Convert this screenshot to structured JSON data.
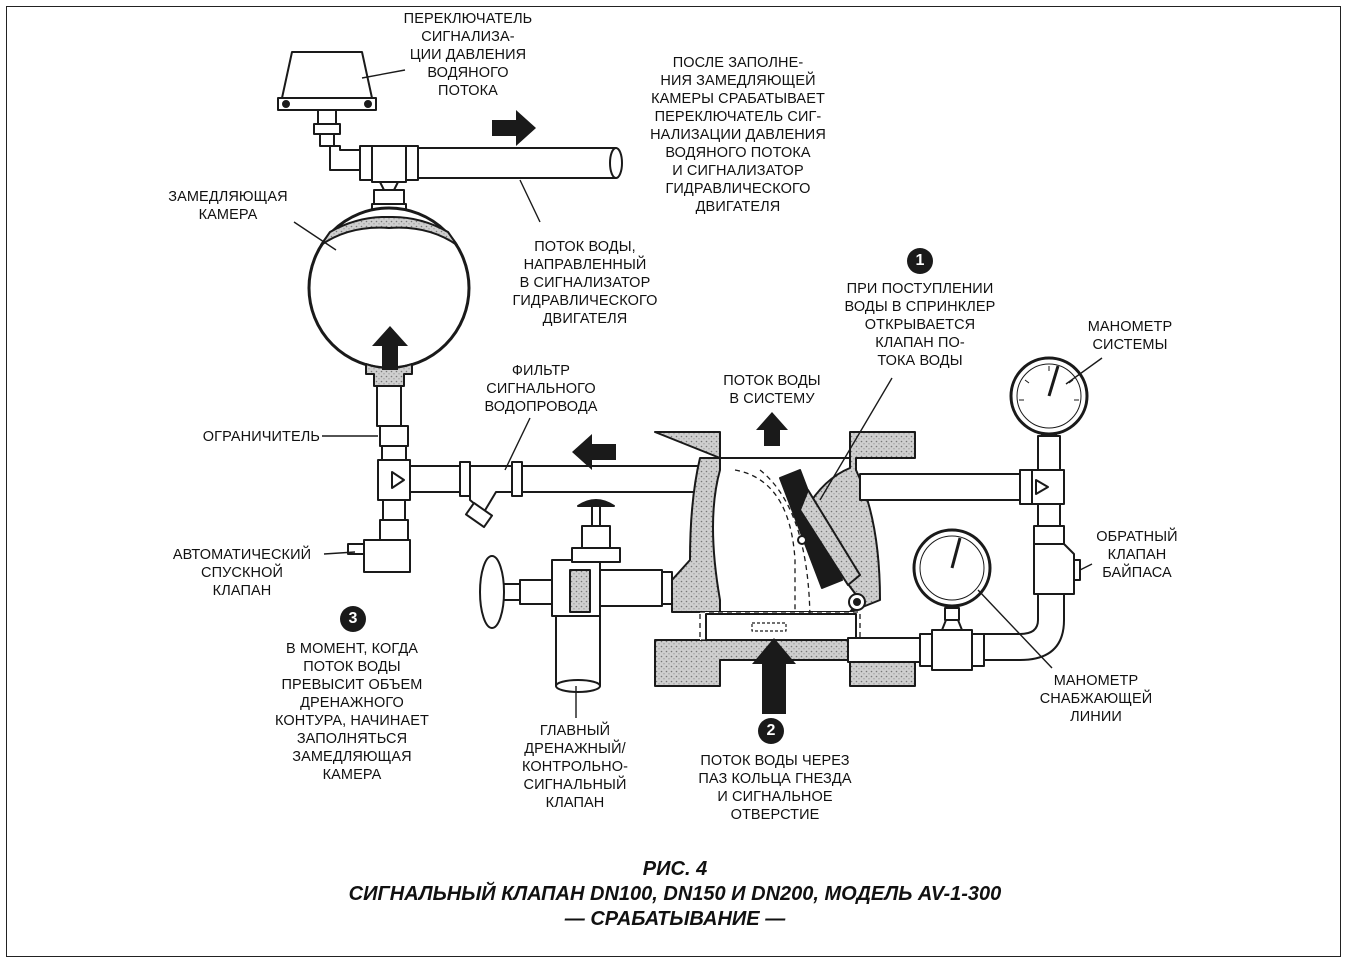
{
  "labels": {
    "pressure_switch": [
      "ПЕРЕКЛЮЧАТЕЛЬ",
      "СИГНАЛИЗА-",
      "ЦИИ ДАВЛЕНИЯ",
      "ВОДЯНОГО",
      "ПОТОКА"
    ],
    "after_fill": [
      "ПОСЛЕ ЗАПОЛНЕ-",
      "НИЯ ЗАМЕДЛЯЮЩЕЙ",
      "КАМЕРЫ СРАБАТЫВАЕТ",
      "ПЕРЕКЛЮЧАТЕЛЬ СИГ-",
      "НАЛИЗАЦИИ ДАВЛЕНИЯ",
      "ВОДЯНОГО ПОТОКА",
      "И СИГНАЛИЗАТОР",
      "ГИДРАВЛИЧЕСКОГО",
      "ДВИГАТЕЛЯ"
    ],
    "retard_chamber": [
      "ЗАМЕДЛЯЮЩАЯ",
      "КАМЕРА"
    ],
    "flow_to_motor": [
      "ПОТОК ВОДЫ,",
      "НАПРАВЛЕННЫЙ",
      "В СИГНАЛИЗАТОР",
      "ГИДРАВЛИЧЕСКОГО",
      "ДВИГАТЕЛЯ"
    ],
    "clapper_opens": [
      "ПРИ ПОСТУПЛЕНИИ",
      "ВОДЫ В СПРИНКЛЕР",
      "ОТКРЫВАЕТСЯ",
      "КЛАПАН ПО-",
      "ТОКА ВОДЫ"
    ],
    "system_gauge": [
      "МАНОМЕТР",
      "СИСТЕМЫ"
    ],
    "flow_to_system": [
      "ПОТОК ВОДЫ",
      "В СИСТЕМУ"
    ],
    "alarm_strainer": [
      "ФИЛЬТР",
      "СИГНАЛЬНОГО",
      "ВОДОПРОВОДА"
    ],
    "restrictor": [
      "ОГРАНИЧИТЕЛЬ"
    ],
    "auto_drain": [
      "АВТОМАТИЧЕСКИЙ",
      "СПУСКНОЙ",
      "КЛАПАН"
    ],
    "bypass_check": [
      "ОБРАТНЫЙ",
      "КЛАПАН",
      "БАЙПАСА"
    ],
    "chamber_fills": [
      "В МОМЕНТ, КОГДА",
      "ПОТОК ВОДЫ",
      "ПРЕВЫСИТ ОБЪЕМ",
      "ДРЕНАЖНОГО",
      "КОНТУРА, НАЧИНАЕТ",
      "ЗАПОЛНЯТЬСЯ",
      "ЗАМЕДЛЯЮЩАЯ",
      "КАМЕРА"
    ],
    "supply_gauge": [
      "МАНОМЕТР",
      "СНАБЖАЮЩЕЙ",
      "ЛИНИИ"
    ],
    "main_drain": [
      "ГЛАВНЫЙ",
      "ДРЕНАЖНЫЙ/",
      "КОНТРОЛЬНО-",
      "СИГНАЛЬНЫЙ",
      "КЛАПАН"
    ],
    "seat_groove": [
      "ПОТОК ВОДЫ ЧЕРЕЗ",
      "ПАЗ КОЛЬЦА ГНЕЗДА",
      "И СИГНАЛЬНОЕ",
      "ОТВЕРСТИЕ"
    ]
  },
  "steps": {
    "one": "1",
    "two": "2",
    "three": "3"
  },
  "caption": {
    "line1": "РИС. 4",
    "line2": "СИГНАЛЬНЫЙ КЛАПАН DN100, DN150 И DN200, МОДЕЛЬ AV-1-300",
    "line3": "— СРАБАТЫВАНИЕ —"
  },
  "colors": {
    "ink": "#1a1a1a",
    "casting_fill": "#cfcfcf",
    "paper": "#ffffff"
  }
}
